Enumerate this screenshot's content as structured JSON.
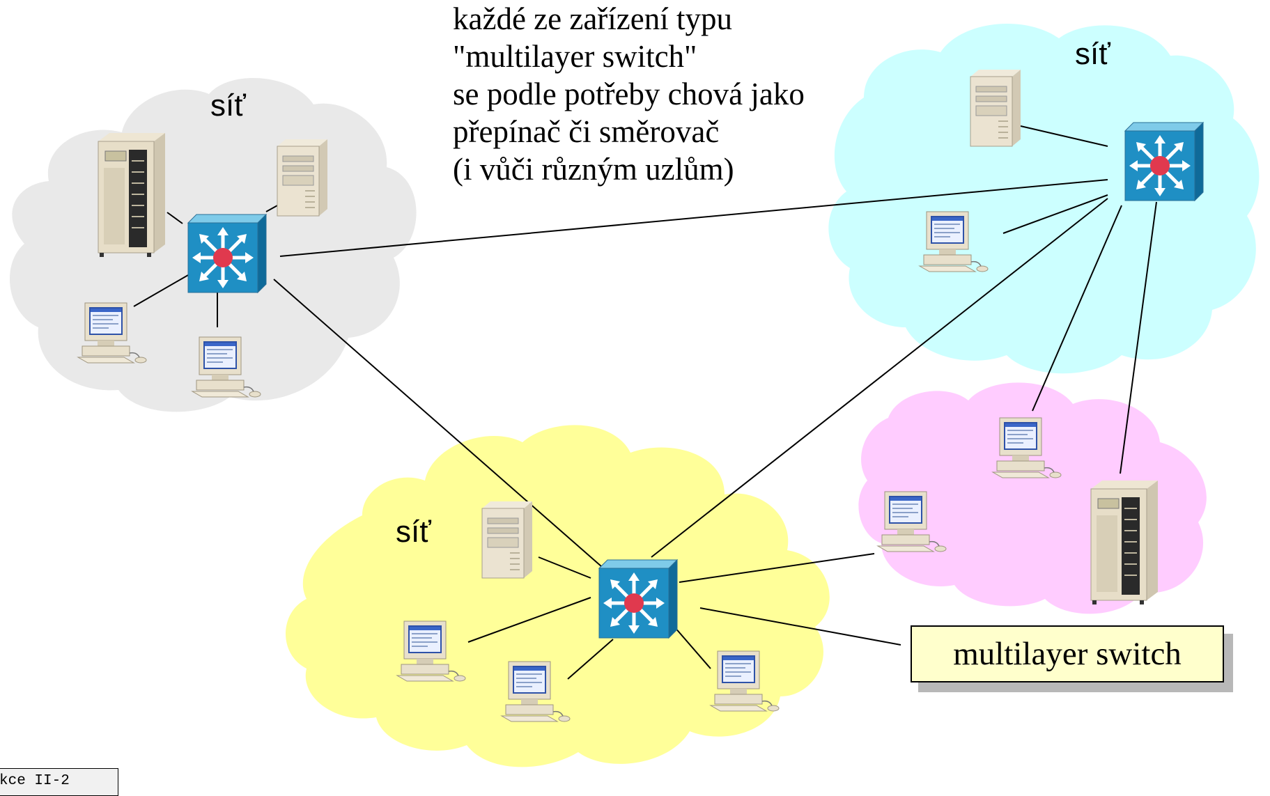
{
  "networks": [
    {
      "id": "left",
      "label": "síť",
      "color": "#e9e9e9"
    },
    {
      "id": "right",
      "label": "síť",
      "color": "#ccffff"
    },
    {
      "id": "bottom",
      "label": "síť",
      "color": "#ffff99"
    },
    {
      "id": "pink",
      "label": "",
      "color": "#ffccff"
    }
  ],
  "caption": {
    "line1": "každé ze zařízení typu",
    "line2": "\"multilayer switch\"",
    "line3": "se podle potřeby chová jako",
    "line4": "přepínač či směrovač",
    "line5": "(i vůči různým uzlům)"
  },
  "callout": {
    "label": "multilayer switch"
  },
  "footer": {
    "label": "kce II-2"
  },
  "device_icons": [
    "multilayer-switch-icon",
    "server-icon",
    "workstation-icon"
  ],
  "colors": {
    "switch_face": "#1f8fc4",
    "switch_top": "#7fcbe9",
    "switch_side": "#0f6a99",
    "switch_hub": "#e0394e",
    "callout_fill": "#ffffcc"
  }
}
